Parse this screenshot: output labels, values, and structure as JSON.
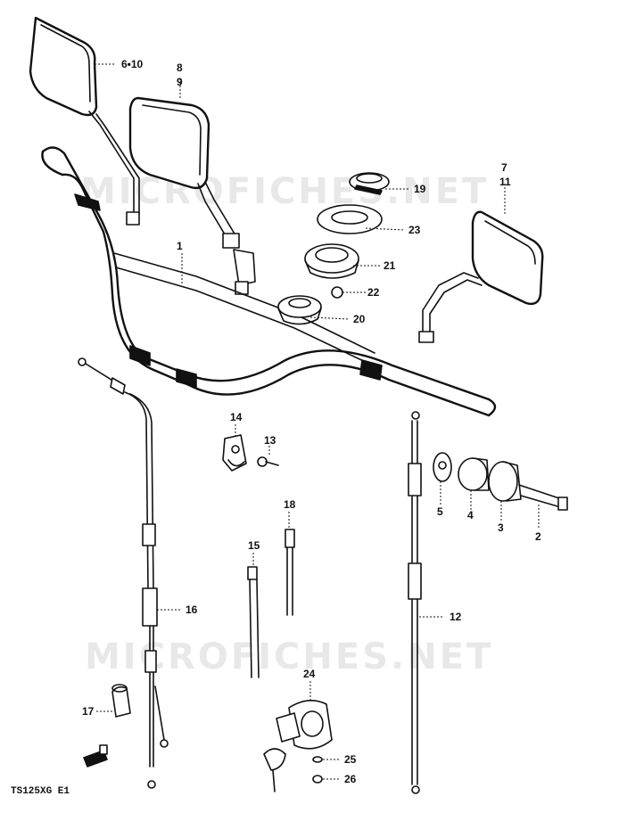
{
  "watermark": {
    "top": "MICROFICHES.NET",
    "bottom": "MICROFICHES.NET"
  },
  "caption": "TS125XG E1",
  "callouts": {
    "c1": "1",
    "c2": "2",
    "c3": "3",
    "c4": "4",
    "c5": "5",
    "c6_10": "6•10",
    "c7": "7",
    "c8": "8",
    "c9": "9",
    "c11": "11",
    "c12": "12",
    "c13": "13",
    "c14": "14",
    "c15": "15",
    "c16": "16",
    "c17": "17",
    "c18": "18",
    "c19": "19",
    "c20": "20",
    "c21": "21",
    "c22": "22",
    "c23": "23",
    "c24": "24",
    "c25": "25",
    "c26": "26"
  }
}
